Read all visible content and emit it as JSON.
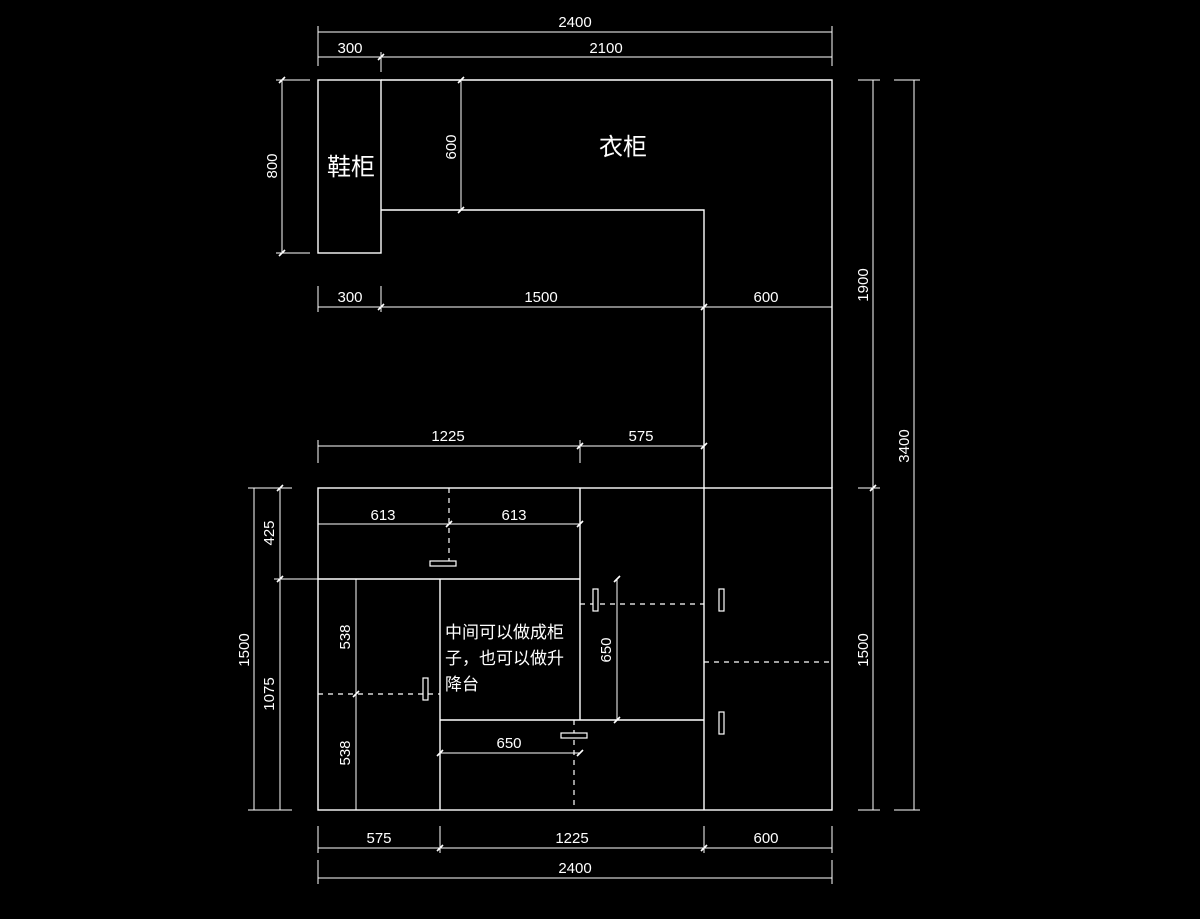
{
  "labels": {
    "shoe_cabinet": "鞋柜",
    "wardrobe": "衣柜",
    "note_line1": "中间可以做成柜",
    "note_line2": "子，也可以做升",
    "note_line3": "降台"
  },
  "dims": {
    "top_total": "2400",
    "top_300": "300",
    "top_2100": "2100",
    "left_800": "800",
    "inner_600": "600",
    "mid_300": "300",
    "mid_1500": "1500",
    "mid_600": "600",
    "right_1900": "1900",
    "right_3400": "3400",
    "row_1225": "1225",
    "row_575": "575",
    "d613_a": "613",
    "d613_b": "613",
    "left_425": "425",
    "left_1500": "1500",
    "left_1075": "1075",
    "left_538_a": "538",
    "left_538_b": "538",
    "inner_650_v": "650",
    "inner_650_h": "650",
    "right_1500": "1500",
    "bot_575": "575",
    "bot_1225": "1225",
    "bot_600": "600",
    "bot_total": "2400"
  }
}
